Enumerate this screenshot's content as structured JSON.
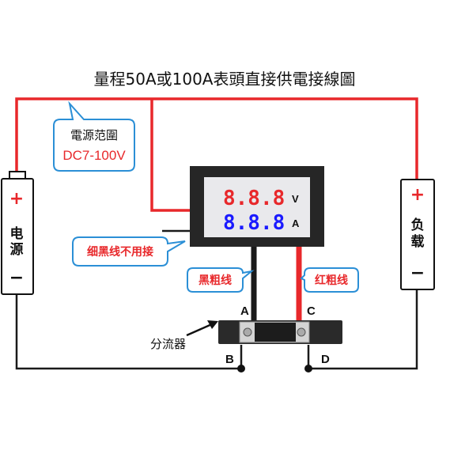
{
  "title": "量程50A或100A表頭直接供電接線圖",
  "power_range": {
    "label": "電源范圍",
    "value": "DC7-100V"
  },
  "power_supply": {
    "plus": "+",
    "name_line1": "电",
    "name_line2": "源",
    "minus": "−"
  },
  "load": {
    "plus": "+",
    "name_line1": "负",
    "name_line2": "载",
    "minus": "−"
  },
  "meter": {
    "voltage_digits": "8.8.8",
    "voltage_unit": "V",
    "current_digits": "8.8.8",
    "current_unit": "A"
  },
  "thin_wire_note": "细黑线不用接",
  "black_wire_label": "黑粗线",
  "red_wire_label": "红粗线",
  "shunt_label": "分流器",
  "terminals": {
    "a": "A",
    "b": "B",
    "c": "C",
    "d": "D"
  },
  "colors": {
    "red_wire": "#e8282b",
    "black_wire": "#1a1a1a",
    "digit_red": "#e8282b",
    "digit_blue": "#1a1aff"
  }
}
